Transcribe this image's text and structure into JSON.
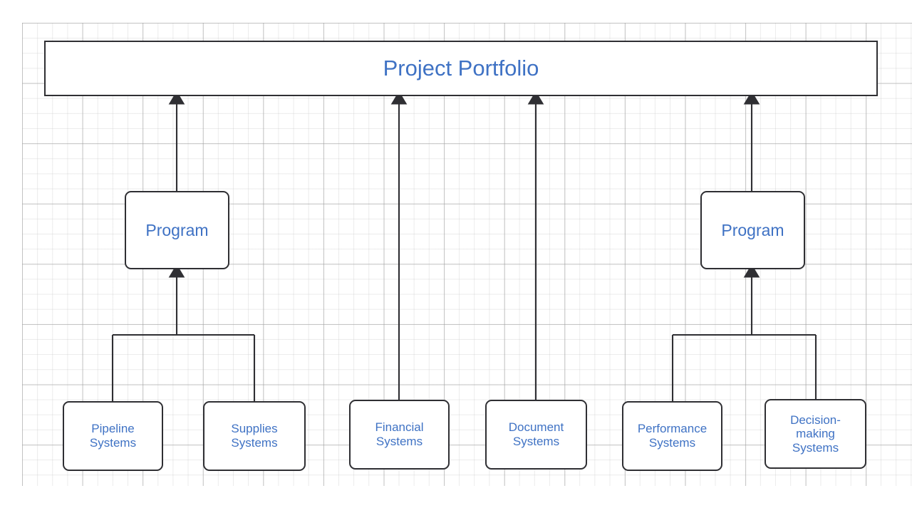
{
  "diagram": {
    "title_node": {
      "label": "Project Portfolio"
    },
    "style": {
      "text_color": "#3f72c4",
      "border_color": "#2f2f33",
      "background": "#ffffff",
      "grid_color": "#e0e0e0"
    },
    "levels": {
      "portfolio": [
        "Project Portfolio"
      ],
      "programs": [
        "Program",
        "Program"
      ],
      "systems": [
        "Pipeline\nSystems",
        "Supplies\nSystems",
        "Financial\nSystems",
        "Document\nSystems",
        "Performance\nSystems",
        "Decision-\nmaking\nSystems"
      ]
    },
    "nodes": {
      "portfolio": {
        "label": "Project Portfolio"
      },
      "program_left": {
        "label": "Program"
      },
      "program_right": {
        "label": "Program"
      },
      "pipeline": {
        "label": "Pipeline\nSystems"
      },
      "supplies": {
        "label": "Supplies\nSystems"
      },
      "financial": {
        "label": "Financial\nSystems"
      },
      "document": {
        "label": "Document\nSystems"
      },
      "performance": {
        "label": "Performance\nSystems"
      },
      "decision": {
        "label": "Decision-\nmaking\nSystems"
      }
    },
    "edges": [
      {
        "from": "program_left",
        "to": "portfolio",
        "arrow": "up"
      },
      {
        "from": "program_right",
        "to": "portfolio",
        "arrow": "up"
      },
      {
        "from": "financial",
        "to": "portfolio",
        "arrow": "up"
      },
      {
        "from": "document",
        "to": "portfolio",
        "arrow": "up"
      },
      {
        "from": "pipeline",
        "to": "program_left",
        "arrow": "up"
      },
      {
        "from": "supplies",
        "to": "program_left",
        "arrow": "up"
      },
      {
        "from": "performance",
        "to": "program_right",
        "arrow": "up"
      },
      {
        "from": "decision",
        "to": "program_right",
        "arrow": "up"
      }
    ]
  }
}
